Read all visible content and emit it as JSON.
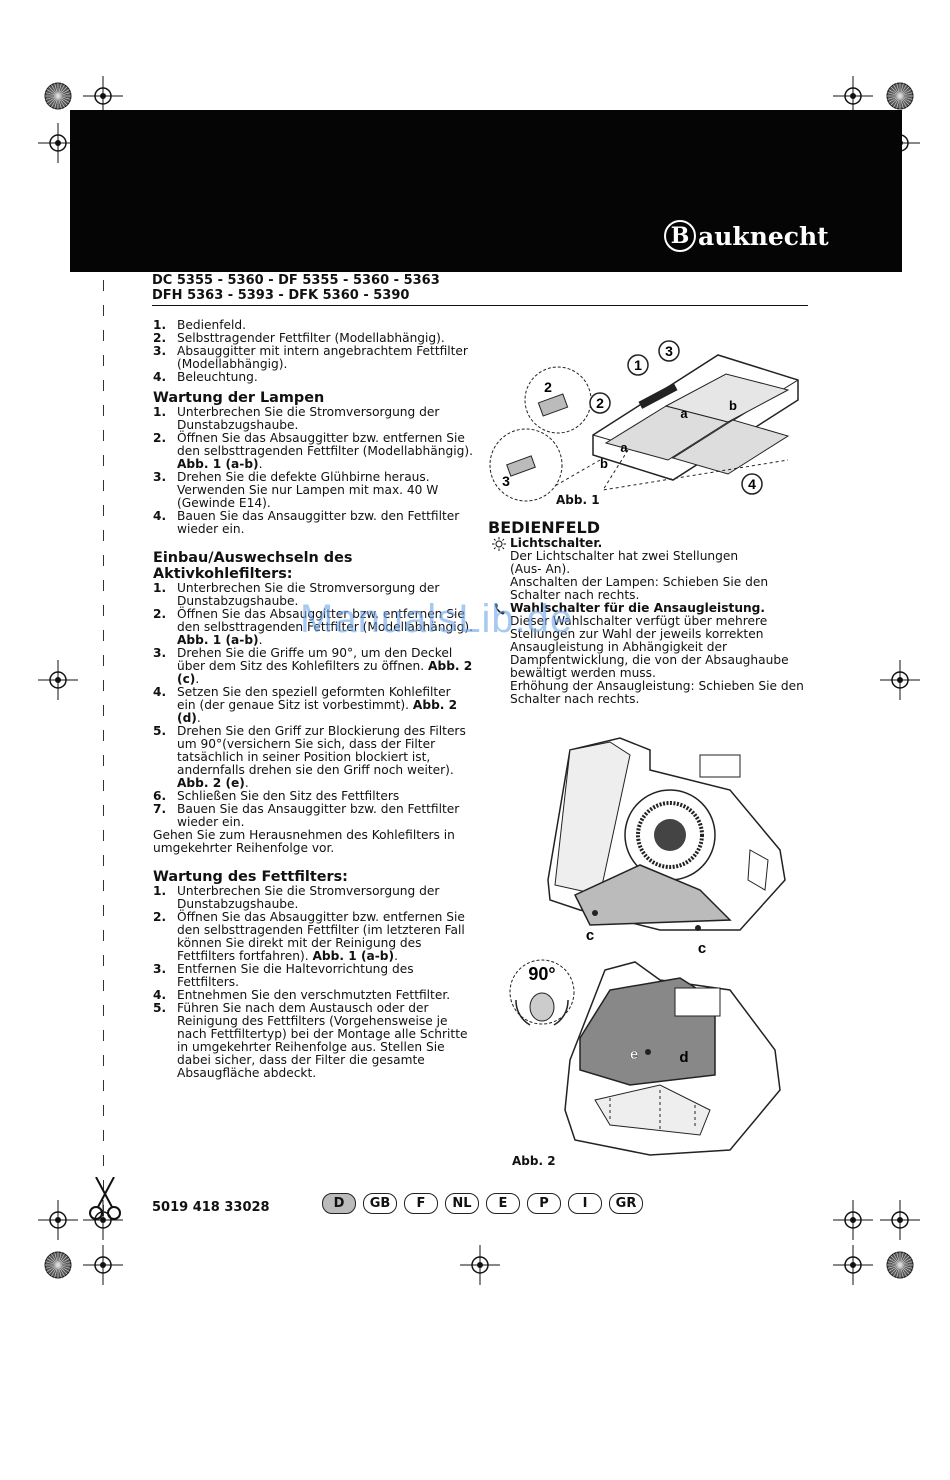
{
  "brand": {
    "logo_text": "Bauknecht"
  },
  "models": {
    "line1": "DC 5355 - 5360 - DF 5355 - 5360 - 5363",
    "line2": "DFH 5363 - 5393 - DFK 5360 - 5390"
  },
  "intro_list": [
    {
      "n": "1.",
      "t": "Bedienfeld."
    },
    {
      "n": "2.",
      "t": "Selbsttragender Fettfilter (Modellabhängig)."
    },
    {
      "n": "3.",
      "t": "Absauggitter mit intern angebrachtem Fettfilter (Modellabhängig)."
    },
    {
      "n": "4.",
      "t": "Beleuchtung."
    }
  ],
  "lamps": {
    "title": "Wartung der Lampen",
    "items": [
      {
        "n": "1.",
        "t": "Unterbrechen Sie die Stromversorgung der Dunstabzugshaube."
      },
      {
        "n": "2.",
        "t": "Öffnen Sie das Absauggitter bzw. entfernen Sie den selbsttragenden Fettfilter (Modellabhängig).",
        "ref": "Abb. 1 (a-b)",
        "end": "."
      },
      {
        "n": "3.",
        "t": "Drehen Sie die defekte Glühbirne heraus. Verwenden Sie nur Lampen mit max. 40 W (Gewinde E14)."
      },
      {
        "n": "4.",
        "t": "Bauen Sie das Ansauggitter bzw. den Fettfilter wieder ein."
      }
    ]
  },
  "carbon": {
    "title_line1": "Einbau/Auswechseln des",
    "title_line2": "Aktivkohlefilters:",
    "items": [
      {
        "n": "1.",
        "t": "Unterbrechen Sie die Stromversorgung der Dunstabzugshaube."
      },
      {
        "n": "2.",
        "t": "Öffnen Sie das Absauggitter bzw. entfernen Sie den selbsttragenden Fettfilter (Modellabhängig).",
        "ref": "Abb. 1 (a-b)",
        "end": "."
      },
      {
        "n": "3.",
        "t": "Drehen Sie die Griffe um 90°, um den Deckel über dem Sitz des Kohlefilters zu öffnen.",
        "ref": "Abb. 2 (c)",
        "end": "."
      },
      {
        "n": "4.",
        "t": "Setzen Sie den speziell geformten Kohlefilter ein (der genaue Sitz ist vorbestimmt).",
        "ref": "Abb. 2 (d)",
        "end": "."
      },
      {
        "n": "5.",
        "t": "Drehen Sie den Griff zur Blockierung des Filters um 90°(versichern Sie sich, dass der Filter tatsächlich in seiner Position blockiert ist, andernfalls drehen sie den Griff noch weiter).",
        "ref": "Abb. 2 (e)",
        "end": "."
      },
      {
        "n": "6.",
        "t": "Schließen Sie den Sitz des Fettfilters"
      },
      {
        "n": "7.",
        "t": "Bauen Sie das Ansauggitter bzw. den Fettfilter wieder ein."
      }
    ],
    "note": "Gehen Sie zum Herausnehmen des Kohlefilters in umgekehrter Reihenfolge vor."
  },
  "grease": {
    "title": "Wartung des Fettfilters:",
    "items": [
      {
        "n": "1.",
        "t": "Unterbrechen Sie die Stromversorgung der Dunstabzugshaube."
      },
      {
        "n": "2.",
        "t": "Öffnen Sie das Absauggitter bzw. entfernen Sie den selbsttragenden Fettfilter (im letzteren Fall können Sie direkt mit der Reinigung des Fettfilters fortfahren).",
        "ref": "Abb. 1 (a-b)",
        "end": "."
      },
      {
        "n": "3.",
        "t": "Entfernen Sie die Haltevorrichtung des Fettfilters."
      },
      {
        "n": "4.",
        "t": "Entnehmen Sie den verschmutzten Fettfilter."
      },
      {
        "n": "5.",
        "t": "Führen Sie nach dem Austausch oder der Reinigung des Fettfilters (Vorgehensweise je nach Fettfiltertyp) bei der Montage alle Schritte in umgekehrter Reihenfolge aus. Stellen Sie dabei sicher, dass der Filter die gesamte Absaugfläche abdeckt."
      }
    ]
  },
  "bedienfeld": {
    "title": "BEDIENFELD",
    "light": {
      "label": "Lichtschalter.",
      "lines": [
        "Der Lichtschalter hat zwei Stellungen",
        "(Aus- An).",
        "Anschalten der Lampen: Schieben Sie den",
        "Schalter nach rechts."
      ]
    },
    "fan": {
      "label": "Wahlschalter für die Ansaugleistung.",
      "lines": [
        "Dieser Wahlschalter verfügt über mehrere",
        "Stellungen zur Wahl der jeweils korrekten",
        "Ansaugleistung in Abhängigkeit der",
        "Dampfentwicklung, die von der Absaughaube",
        "bewältigt werden muss.",
        "Erhöhung der Ansaugleistung: Schieben Sie den",
        "Schalter nach rechts."
      ]
    }
  },
  "figures": {
    "abb1": {
      "caption": "Abb. 1",
      "callouts": [
        "1",
        "2",
        "3",
        "4"
      ],
      "letters": [
        "a",
        "b"
      ]
    },
    "abb2": {
      "caption": "Abb. 2",
      "angle": "90°",
      "letters": [
        "c",
        "c",
        "e",
        "d"
      ]
    }
  },
  "footer": {
    "code": "5019 418 33028",
    "languages": [
      "D",
      "GB",
      "F",
      "NL",
      "E",
      "P",
      "I",
      "GR"
    ],
    "active_language": "D"
  },
  "watermark": "ManualsLib.de",
  "colors": {
    "band": "#050505",
    "watermark": "#6ea6e8",
    "active_lang": "#bbbbbb"
  }
}
